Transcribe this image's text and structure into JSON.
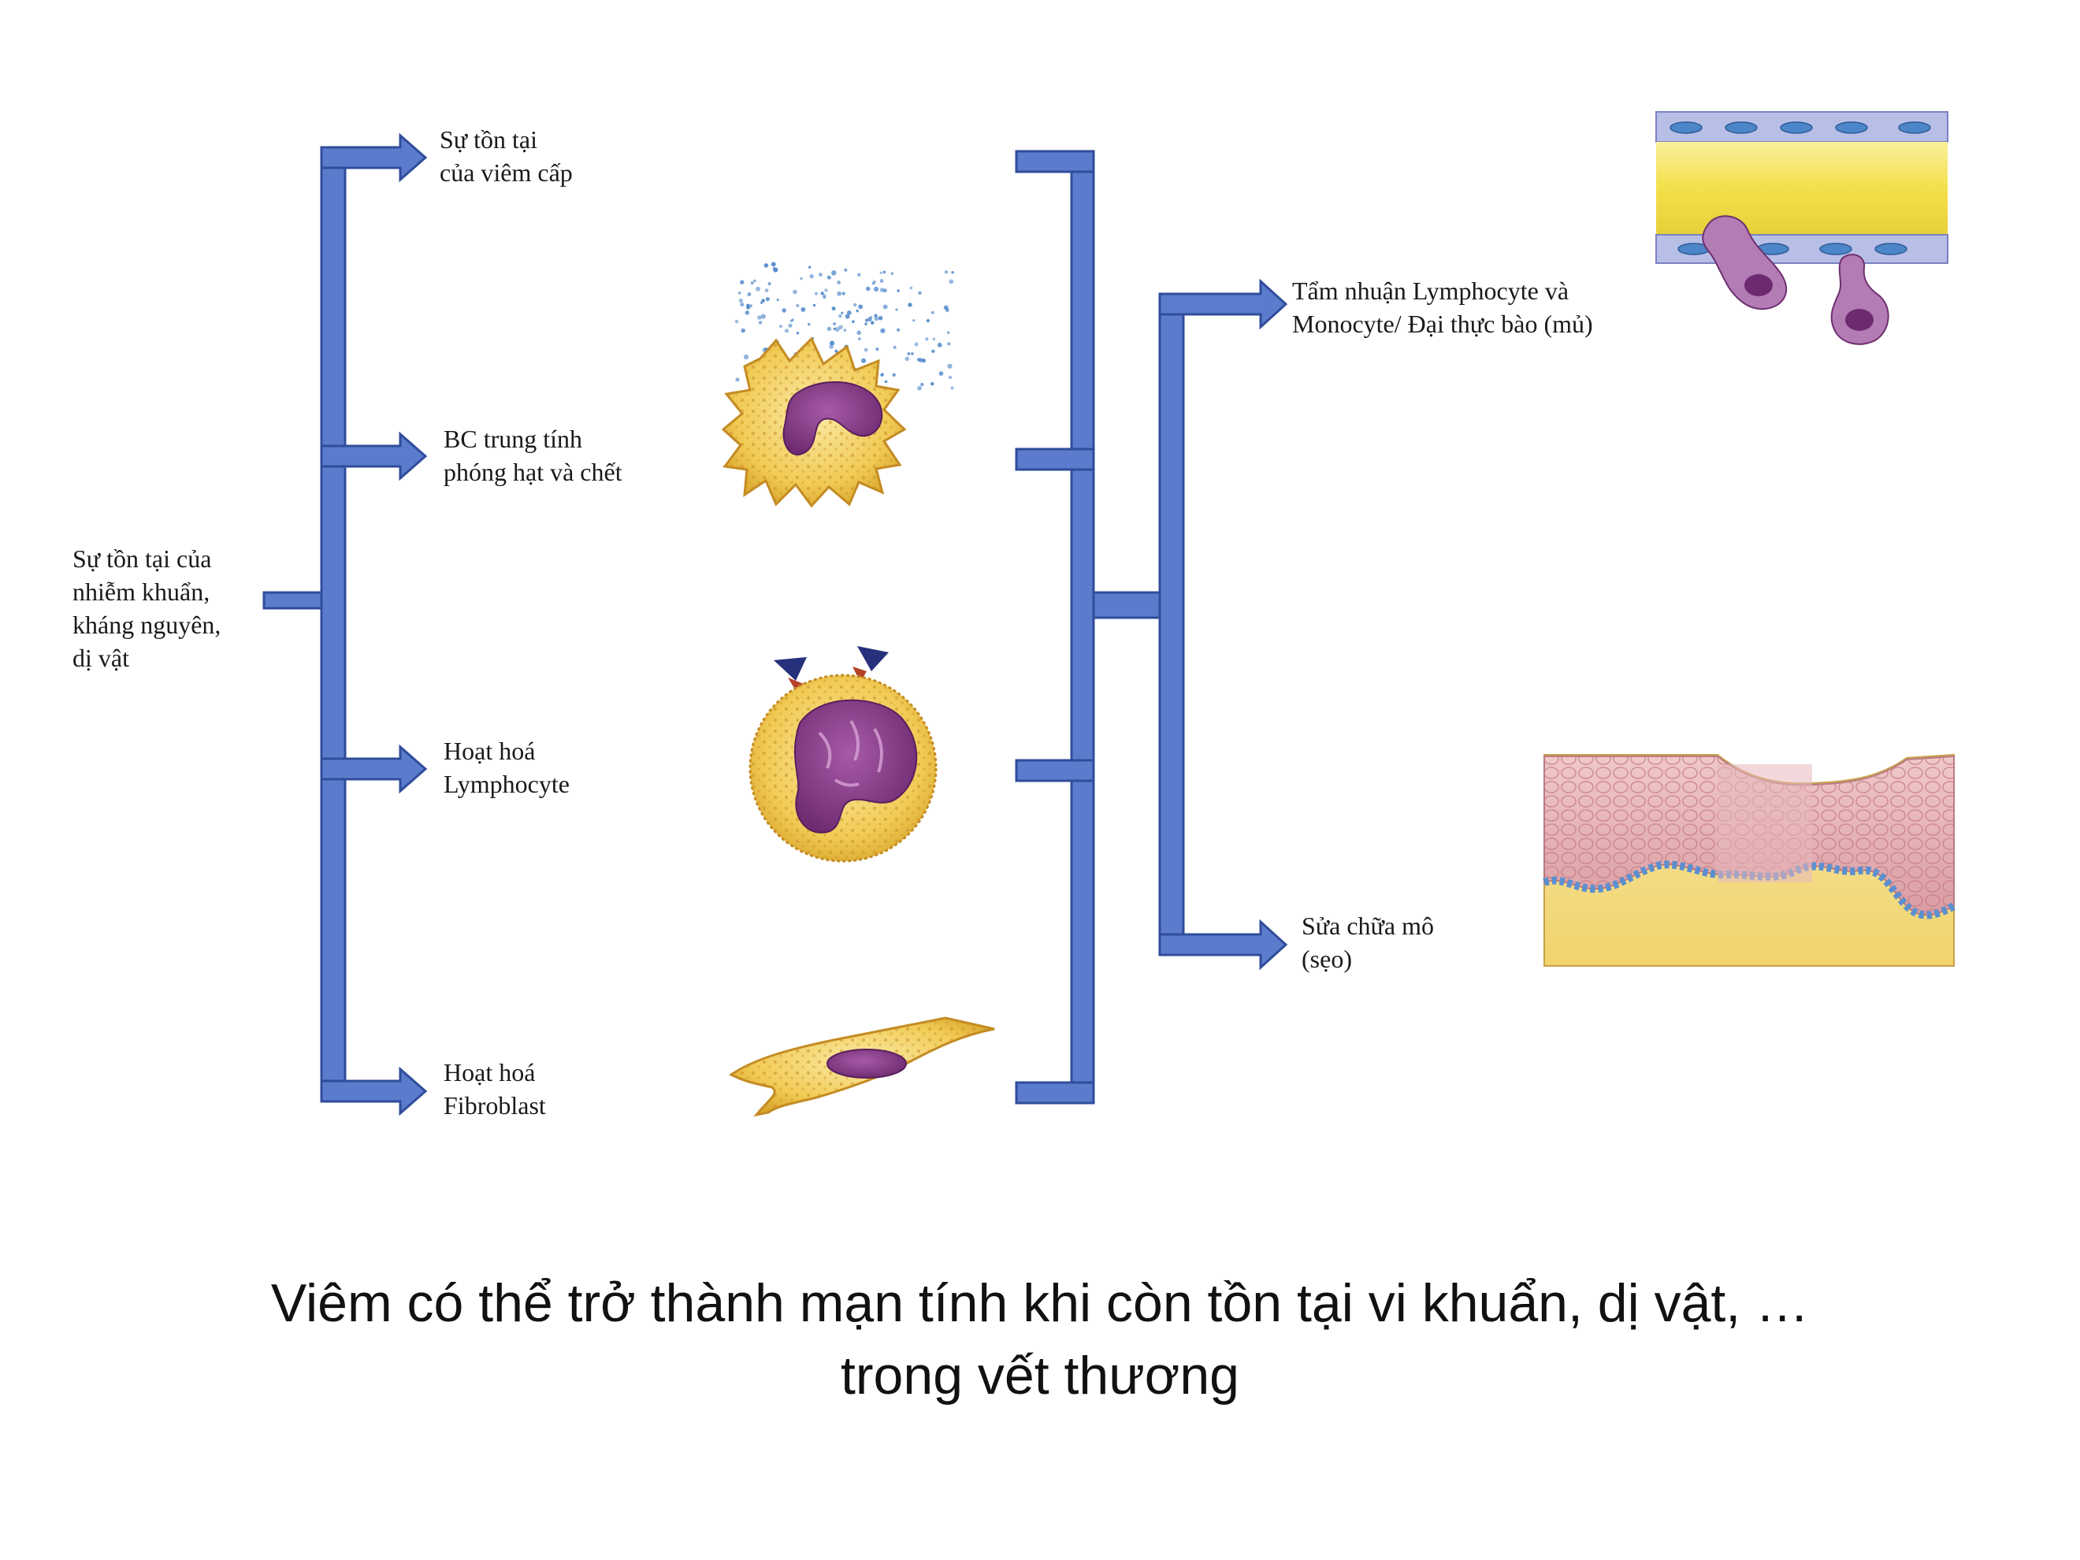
{
  "colors": {
    "arrow_fill": "#5b7ccc",
    "arrow_stroke": "#2f4d9a",
    "cell_yellow": "#f1cb55",
    "nucleus_purple": "#8b3d8d",
    "vessel_yellow": "#f4e24f",
    "tissue_pink": "#e4a9ad"
  },
  "source": {
    "lines": [
      "Sự tồn tại của",
      "nhiễm khuẩn,",
      "kháng nguyên,",
      "dị vật"
    ]
  },
  "branches": [
    {
      "lines": [
        "Sự tồn tại",
        "của viêm cấp"
      ],
      "icon": ""
    },
    {
      "lines": [
        "BC trung tính",
        "phóng hạt và chết"
      ],
      "icon": "degranulating-neutrophil-icon"
    },
    {
      "lines": [
        "Hoạt hoá",
        "Lymphocyte"
      ],
      "icon": "activated-lymphocyte-icon"
    },
    {
      "lines": [
        "Hoạt hoá",
        "Fibroblast"
      ],
      "icon": "fibroblast-icon"
    }
  ],
  "outcomes": [
    {
      "lines": [
        "Tẩm nhuận Lymphocyte và",
        "Monocyte/ Đại thực bào (mủ)"
      ],
      "icon": "blood-vessel-monocyte-icon"
    },
    {
      "lines": [
        "Sửa chữa mô",
        "(sẹo)"
      ],
      "icon": "scar-tissue-icon"
    }
  ],
  "caption": {
    "line1": "Viêm có thể trở thành mạn tính khi còn tồn tại vi khuẩn, dị vật, …",
    "line2": "trong vết thương"
  }
}
